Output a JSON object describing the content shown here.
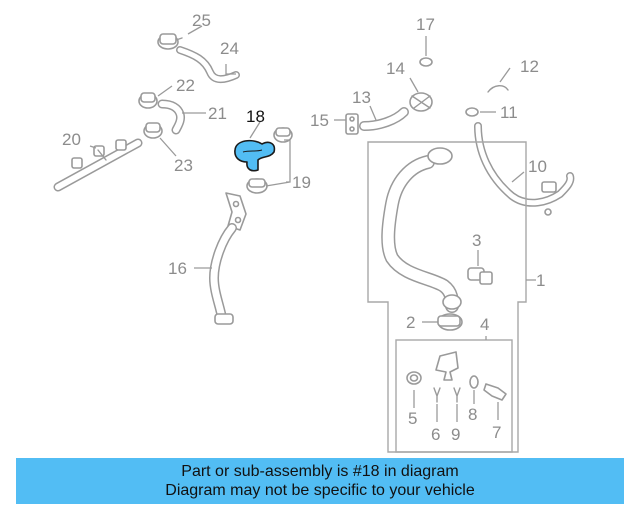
{
  "diagram": {
    "highlight_part": "18",
    "highlight_color": "#52bdf4",
    "callouts": [
      "1",
      "2",
      "3",
      "4",
      "5",
      "6",
      "7",
      "8",
      "9",
      "10",
      "11",
      "12",
      "13",
      "14",
      "15",
      "16",
      "17",
      "18",
      "19",
      "20",
      "21",
      "22",
      "23",
      "24",
      "25"
    ]
  },
  "banner": {
    "line1": "Part or sub-assembly is #18 in diagram",
    "line2": "Diagram may not be specific to your vehicle",
    "color": "#52bdf4"
  }
}
